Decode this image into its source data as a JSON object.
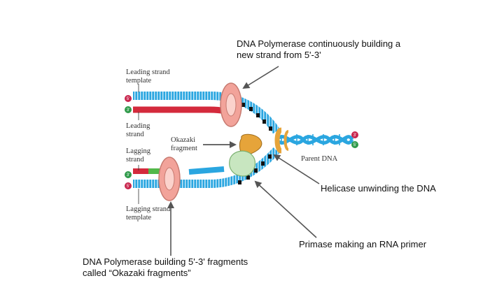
{
  "labels": {
    "leading_template": [
      "Leading strand",
      "template"
    ],
    "leading": [
      "Leading",
      "strand"
    ],
    "okazaki": [
      "Okazaki",
      "fragment"
    ],
    "lagging": [
      "Lagging",
      "strand"
    ],
    "lagging_template": [
      "Lagging strand",
      "template"
    ],
    "parent_dna": "Parent DNA",
    "end_top_left": "5'",
    "end_mid_left": "3'",
    "end_low_left1": "3'",
    "end_low_left2": "5'",
    "end_right_top": "3'",
    "end_right_bottom": "5'"
  },
  "callouts": {
    "polymerase_continuous": [
      "DNA Polymerase continuously building a",
      "new strand from 5'-3'"
    ],
    "helicase": "Helicase unwinding the DNA",
    "primase": "Primase making an RNA primer",
    "polymerase_fragments": [
      "DNA Polymerase building 5'-3' fragments",
      "called “Okazaki fragments”"
    ]
  },
  "colors": {
    "template_strand": "#2aa6e0",
    "new_strand": "#d42a3c",
    "rna_primer": "#52b84a",
    "polymerase": "#f2a39a",
    "helicase": "#e6a43a",
    "primase": "#c8e6c0",
    "arrow": "#555555"
  }
}
